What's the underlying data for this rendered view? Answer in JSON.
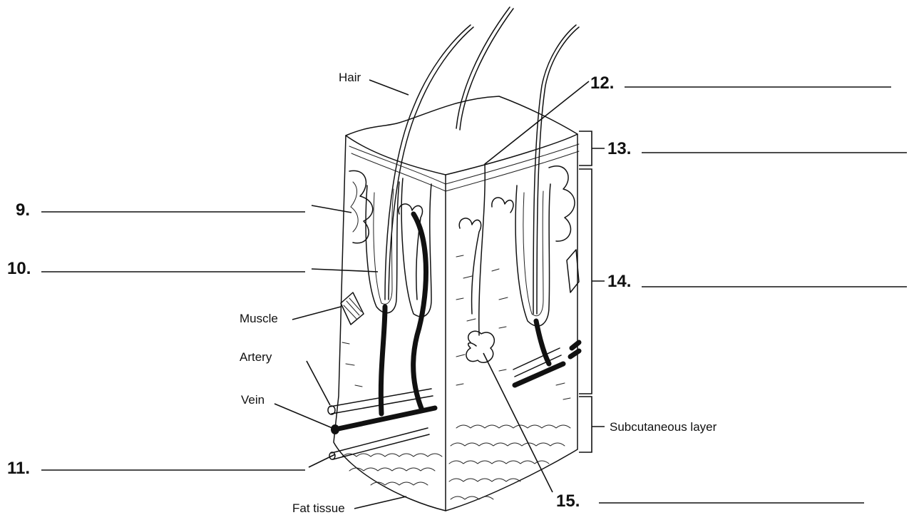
{
  "labels": {
    "hair": "Hair",
    "muscle": "Muscle",
    "artery": "Artery",
    "vein": "Vein",
    "fat_tissue": "Fat tissue",
    "subcutaneous_layer": "Subcutaneous layer"
  },
  "blanks": {
    "n9": "9.",
    "n10": "10.",
    "n11": "11.",
    "n12": "12.",
    "n13": "13.",
    "n14": "14.",
    "n15": "15."
  }
}
